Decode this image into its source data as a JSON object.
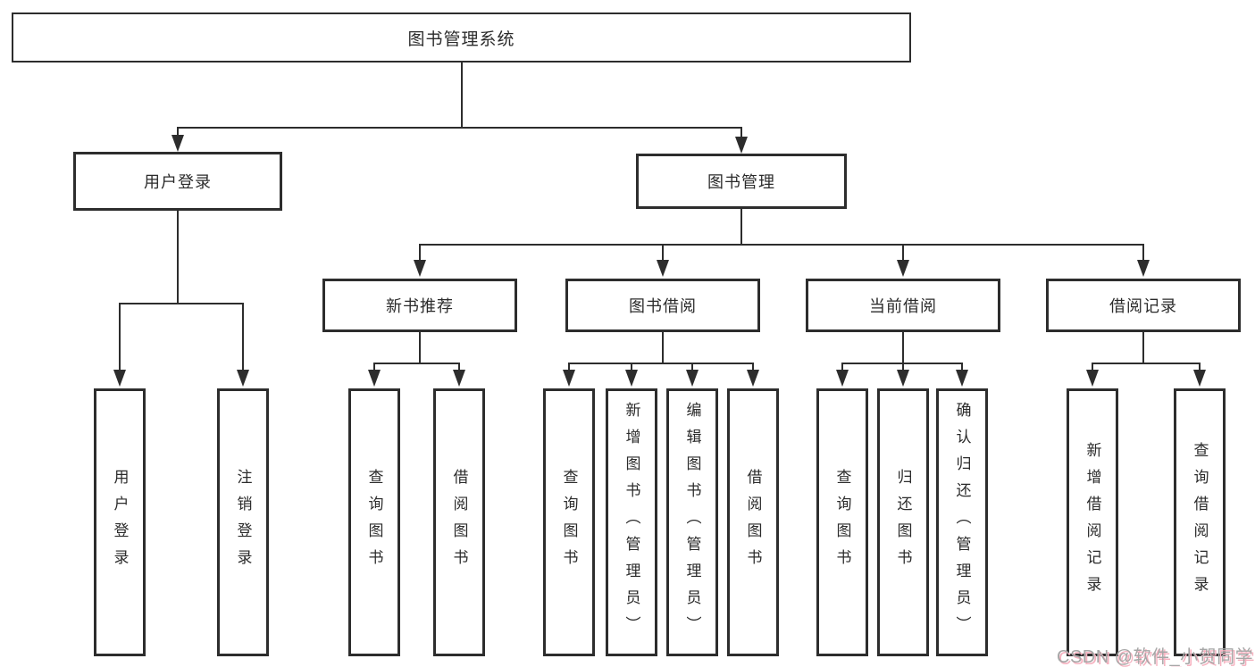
{
  "diagram": {
    "root": {
      "label": "图书管理系统"
    },
    "level2": [
      {
        "label": "用户登录"
      },
      {
        "label": "图书管理"
      }
    ],
    "level3": [
      {
        "label": "新书推荐"
      },
      {
        "label": "图书借阅"
      },
      {
        "label": "当前借阅"
      },
      {
        "label": "借阅记录"
      }
    ],
    "leaves": [
      {
        "label": "用户登录"
      },
      {
        "label": "注销登录"
      },
      {
        "label": "查询图书"
      },
      {
        "label": "借阅图书"
      },
      {
        "label": "查询图书"
      },
      {
        "label": "新增图书（管理员）"
      },
      {
        "label": "编辑图书（管理员）"
      },
      {
        "label": "借阅图书"
      },
      {
        "label": "查询图书"
      },
      {
        "label": "归还图书"
      },
      {
        "label": "确认归还（管理员）"
      },
      {
        "label": "新增借阅记录"
      },
      {
        "label": "查询借阅记录"
      }
    ]
  },
  "watermark": {
    "text": "CSDN @软件_小贺同学"
  },
  "colors": {
    "line": "#2d2d2d",
    "text": "#2b2b2b",
    "background": "#ffffff",
    "watermark_gray": "#a6a6a6",
    "watermark_pink": "#f6b2c0"
  }
}
